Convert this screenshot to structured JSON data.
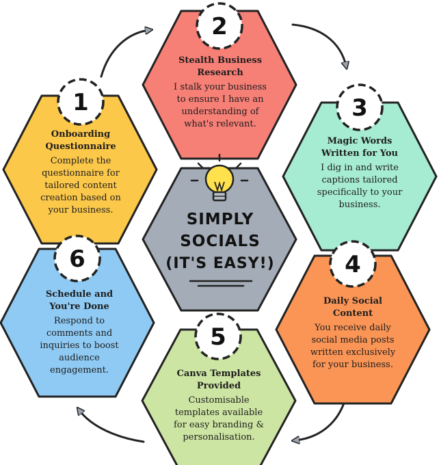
{
  "center": {
    "lines": [
      "SIMPLY",
      "SOCIALS",
      "(IT'S EASY!)"
    ],
    "icon": "lightbulb-icon",
    "color": "#a3acb7",
    "bulb_color": "#ffe14d"
  },
  "steps": [
    {
      "number": "1",
      "title": "Onboarding Questionnaire",
      "title_lines": [
        "Onboarding",
        "Questionnaire"
      ],
      "desc_lines": [
        "Complete the",
        "questionnaire for",
        "tailored content",
        "creation based on",
        "your business."
      ],
      "color": "#fcc84a"
    },
    {
      "number": "2",
      "title": "Stealth Business Research",
      "title_lines": [
        "Stealth Business",
        "Research"
      ],
      "desc_lines": [
        "I stalk your business",
        "to ensure I have an",
        "understanding of",
        "what's relevant."
      ],
      "color": "#f67f76"
    },
    {
      "number": "3",
      "title": "Magic Words Written for You",
      "title_lines": [
        "Magic Words",
        "Written for You"
      ],
      "desc_lines": [
        "I dig in and write",
        "captions tailored",
        "specifically to your",
        "business."
      ],
      "color": "#a6ecd2"
    },
    {
      "number": "4",
      "title": "Daily Social Content",
      "title_lines": [
        "Daily Social",
        "Content"
      ],
      "desc_lines": [
        "You receive daily",
        "social media posts",
        "written exclusively",
        "for your business."
      ],
      "color": "#fb9556"
    },
    {
      "number": "5",
      "title": "Canva Templates Provided",
      "title_lines": [
        "Canva Templates",
        "Provided"
      ],
      "desc_lines": [
        "Customisable",
        "templates available",
        "for easy branding &",
        "personalisation."
      ],
      "color": "#cde5a3"
    },
    {
      "number": "6",
      "title": "Schedule and You're Done",
      "title_lines": [
        "Schedule and",
        "You're Done"
      ],
      "desc_lines": [
        "Respond to",
        "comments and",
        "inquiries to boost",
        "audience",
        "engagement."
      ],
      "color": "#8fcaf4"
    }
  ]
}
